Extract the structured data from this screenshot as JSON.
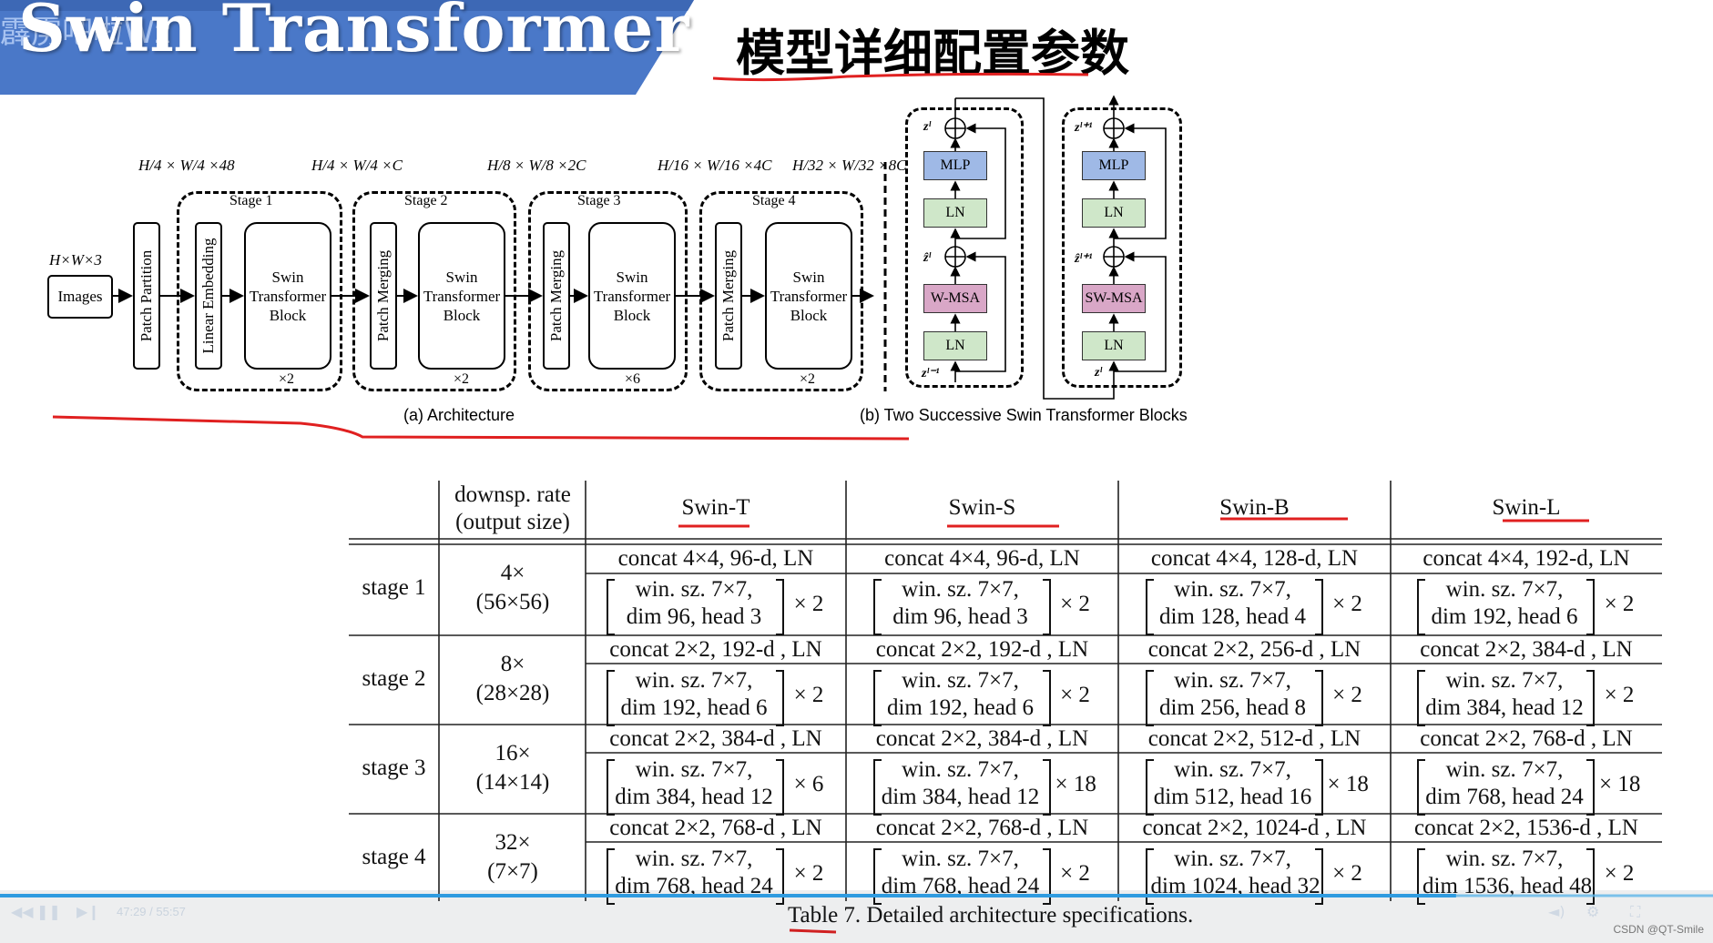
{
  "banner": {
    "title": "Swin Transformer",
    "watermark": "霹雳吧啦Wz"
  },
  "page_title": "模型详细配置参数",
  "architecture": {
    "input_dim": "H×W×3",
    "images_label": "Images",
    "patch_partition_label": "Patch Partition",
    "linear_embedding_label": "Linear Embedding",
    "patch_merging_label": "Patch Merging",
    "swin_block_label": "Swin Transformer Block",
    "dims": [
      "H/4 × W/4 ×48",
      "H/4 × W/4 ×C",
      "H/8 × W/8 ×2C",
      "H/16 × W/16 ×4C",
      "H/32 × W/32 ×8C"
    ],
    "stages": [
      {
        "label": "Stage 1",
        "repeat": "×2"
      },
      {
        "label": "Stage 2",
        "repeat": "×2"
      },
      {
        "label": "Stage 3",
        "repeat": "×6"
      },
      {
        "label": "Stage 4",
        "repeat": "×2"
      }
    ],
    "caption": "(a) Architecture"
  },
  "blocks": {
    "left": {
      "mlp": "MLP",
      "ln_top": "LN",
      "msa": "W-MSA",
      "ln_bottom": "LN",
      "z_out": "zˡ",
      "z_mid": "ẑˡ",
      "z_in": "zˡ⁻¹"
    },
    "right": {
      "mlp": "MLP",
      "ln_top": "LN",
      "msa": "SW-MSA",
      "ln_bottom": "LN",
      "z_out": "zˡ⁺¹",
      "z_mid": "ẑˡ⁺¹",
      "z_in": "zˡ"
    },
    "caption": "(b) Two Successive Swin Transformer Blocks"
  },
  "table": {
    "header": {
      "rate_line1": "downsp. rate",
      "rate_line2": "(output size)",
      "models": [
        "Swin-T",
        "Swin-S",
        "Swin-B",
        "Swin-L"
      ]
    },
    "rows": [
      {
        "stage": "stage 1",
        "rate1": "4×",
        "rate2": "(56×56)",
        "cells": [
          {
            "concat": "concat 4×4, 96-d, LN",
            "win": "win. sz. 7×7,",
            "dim": "dim 96, head 3",
            "rep": "× 2"
          },
          {
            "concat": "concat 4×4, 96-d, LN",
            "win": "win. sz. 7×7,",
            "dim": "dim 96, head 3",
            "rep": "× 2"
          },
          {
            "concat": "concat 4×4, 128-d, LN",
            "win": "win. sz. 7×7,",
            "dim": "dim 128, head 4",
            "rep": "× 2"
          },
          {
            "concat": "concat 4×4, 192-d, LN",
            "win": "win. sz. 7×7,",
            "dim": "dim 192, head 6",
            "rep": "× 2"
          }
        ]
      },
      {
        "stage": "stage 2",
        "rate1": "8×",
        "rate2": "(28×28)",
        "cells": [
          {
            "concat": "concat 2×2, 192-d , LN",
            "win": "win. sz. 7×7,",
            "dim": "dim 192, head 6",
            "rep": "× 2"
          },
          {
            "concat": "concat 2×2, 192-d , LN",
            "win": "win. sz. 7×7,",
            "dim": "dim 192, head 6",
            "rep": "× 2"
          },
          {
            "concat": "concat 2×2, 256-d , LN",
            "win": "win. sz. 7×7,",
            "dim": "dim 256, head 8",
            "rep": "× 2"
          },
          {
            "concat": "concat 2×2, 384-d , LN",
            "win": "win. sz. 7×7,",
            "dim": "dim 384, head 12",
            "rep": "× 2"
          }
        ]
      },
      {
        "stage": "stage 3",
        "rate1": "16×",
        "rate2": "(14×14)",
        "cells": [
          {
            "concat": "concat 2×2, 384-d , LN",
            "win": "win. sz. 7×7,",
            "dim": "dim 384, head 12",
            "rep": "× 6"
          },
          {
            "concat": "concat 2×2, 384-d , LN",
            "win": "win. sz. 7×7,",
            "dim": "dim 384, head 12",
            "rep": "× 18"
          },
          {
            "concat": "concat 2×2, 512-d , LN",
            "win": "win. sz. 7×7,",
            "dim": "dim 512, head 16",
            "rep": "× 18"
          },
          {
            "concat": "concat 2×2, 768-d , LN",
            "win": "win. sz. 7×7,",
            "dim": "dim 768, head 24",
            "rep": "× 18"
          }
        ]
      },
      {
        "stage": "stage 4",
        "rate1": "32×",
        "rate2": "(7×7)",
        "cells": [
          {
            "concat": "concat 2×2, 768-d , LN",
            "win": "win. sz. 7×7,",
            "dim": "dim 768, head 24",
            "rep": "× 2"
          },
          {
            "concat": "concat 2×2, 768-d , LN",
            "win": "win. sz. 7×7,",
            "dim": "dim 768, head 24",
            "rep": "× 2"
          },
          {
            "concat": "concat 2×2, 1024-d , LN",
            "win": "win. sz. 7×7,",
            "dim": "dim 1024, head 32",
            "rep": "× 2"
          },
          {
            "concat": "concat 2×2, 1536-d , LN",
            "win": "win. sz. 7×7,",
            "dim": "dim 1536, head 48",
            "rep": "× 2"
          }
        ]
      }
    ],
    "caption": "Table 7. Detailed architecture specifications."
  },
  "player": {
    "time": "47:29 / 55:57",
    "progress": 0.85
  },
  "watermark_csdn": "CSDN @QT-Smile",
  "colors": {
    "banner": "#4a78c8",
    "annotation": "#e02020",
    "mlp": "#9fb9e6",
    "ln": "#cfe7c9",
    "msa": "#d9a7c7"
  }
}
